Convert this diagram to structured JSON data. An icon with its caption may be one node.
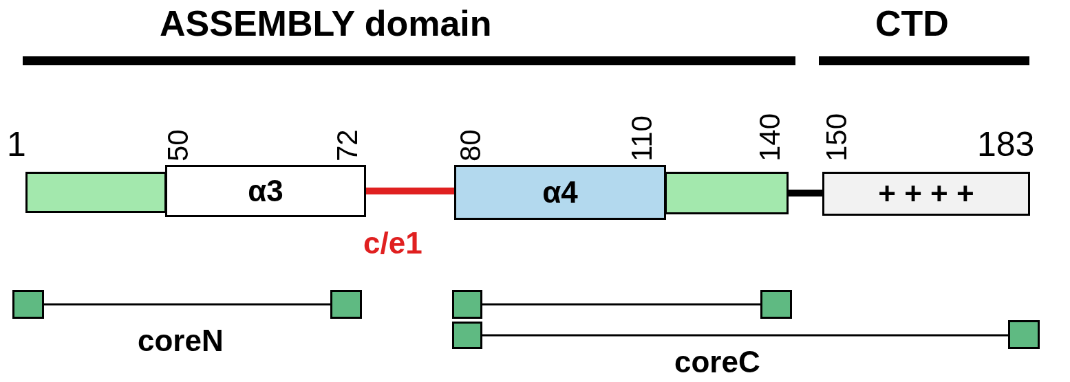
{
  "diagram": {
    "nodes": [
      {
        "text": [],
        "shape": "box"
      },
      {
        "text": [
          "α3"
        ]
      },
      {
        "text": [
          "α4"
        ]
      },
      {
        "text": [],
        "shape": "box"
      },
      {
        "text": [
          "+ + + +"
        ]
      },
      {
        "text": [],
        "shape": "box"
      },
      {
        "text": [],
        "shape": "box"
      },
      {
        "text": [],
        "shape": "box"
      },
      {
        "text": [],
        "shape": "box"
      },
      {
        "text": [],
        "shape": "box"
      },
      {
        "text": [],
        "shape": "box"
      }
    ],
    "edges": [
      {
        "from": 1,
        "to": 2,
        "arrow": "none",
        "label": "c/e1",
        "style": "thick",
        "color": "#e02020"
      },
      {
        "from": 3,
        "to": 4,
        "arrow": "none",
        "style": "thick"
      },
      {
        "from": 5,
        "to": 6,
        "arrow": "none"
      },
      {
        "from": 7,
        "to": 8,
        "arrow": "none"
      },
      {
        "from": 9,
        "to": 10,
        "arrow": "none"
      }
    ],
    "labels": [
      "ASSEMBLY domain",
      "CTD",
      "1",
      "50",
      "72",
      "80",
      "110",
      "140",
      "150",
      "183",
      "coreN",
      "coreC"
    ]
  }
}
